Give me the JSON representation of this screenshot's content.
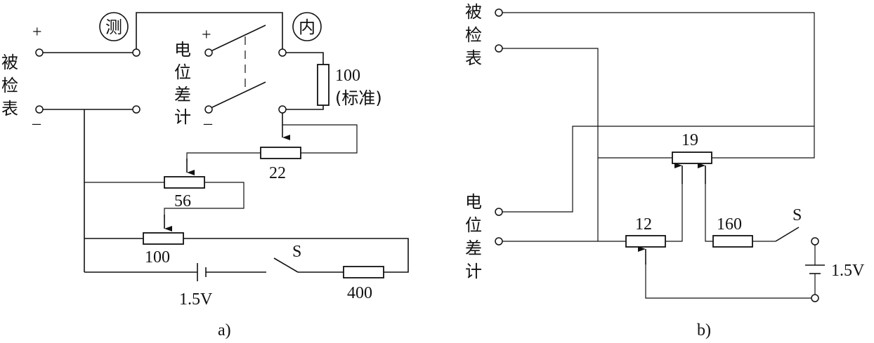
{
  "diagram_a": {
    "caption": "a)",
    "meter_label": [
      "被",
      "检",
      "表"
    ],
    "meter_plus": "+",
    "meter_minus": "–",
    "switch_test": "测",
    "switch_internal": "内",
    "potentiometer_label": [
      "电",
      "位",
      "差",
      "计"
    ],
    "pot_plus": "+",
    "pot_minus": "–",
    "r_standard_value": "100",
    "r_standard_note": "(标准)",
    "r22": "22",
    "r56": "56",
    "r100": "100",
    "r400": "400",
    "battery": "1.5V",
    "switch": "S"
  },
  "diagram_b": {
    "caption": "b)",
    "meter_label": [
      "被",
      "检",
      "表"
    ],
    "potentiometer_label": [
      "电",
      "位",
      "差",
      "计"
    ],
    "r19": "19",
    "r12": "12",
    "r160": "160",
    "switch": "S",
    "battery": "1.5V"
  }
}
